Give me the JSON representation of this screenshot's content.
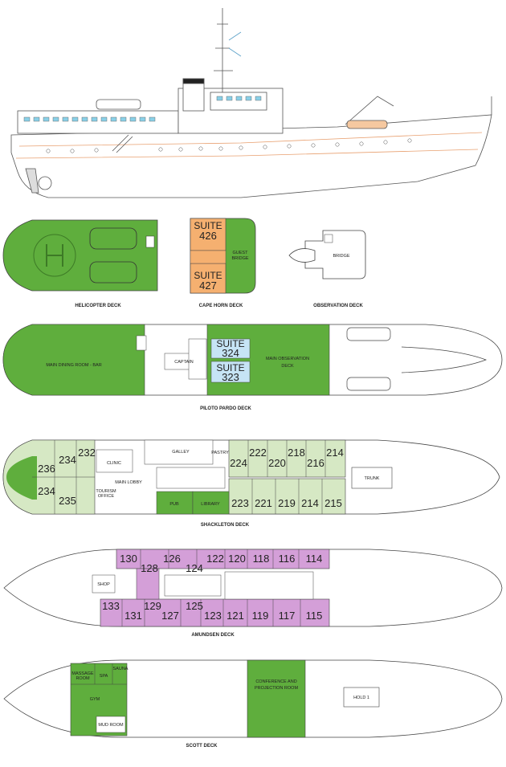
{
  "colors": {
    "green": "#5fae3d",
    "light_green": "#d6e8c4",
    "purple": "#d49fd8",
    "orange": "#f5b070",
    "light_blue": "#c6e4f5",
    "hull": "#ffffff",
    "line": "#444444"
  },
  "decks": {
    "helicopter": {
      "caption": "HELICOPTER DECK"
    },
    "cape_horn": {
      "caption": "CAPE HORN DECK",
      "suite_a": "SUITE",
      "suite_a_num": "426",
      "suite_b": "SUITE",
      "suite_b_num": "427",
      "guest_bridge_1": "GUEST",
      "guest_bridge_2": "BRIDGE"
    },
    "observation": {
      "caption": "OBSERVATION DECK",
      "bridge": "BRIDGE"
    },
    "piloto_pardo": {
      "caption": "PILOTO PARDO DECK",
      "dining": "MAIN DINING ROOM - BAR",
      "captain": "CAPTAIN",
      "suite_a": "SUITE",
      "suite_a_num": "324",
      "suite_b": "SUITE",
      "suite_b_num": "323",
      "obs_1": "MAIN OBSERVATION",
      "obs_2": "DECK"
    },
    "shackleton": {
      "caption": "SHACKLETON DECK",
      "clinic": "CLINIC",
      "galley": "GALLEY",
      "pastry": "PASTRY",
      "main_lobby": "MAIN LOBBY",
      "tourism_1": "TOURISM",
      "tourism_2": "OFFICE",
      "pub": "PUB",
      "library": "LIBRARY",
      "trunk": "TRUNK",
      "cabins_top": [
        "224",
        "222",
        "220",
        "218",
        "216",
        "214"
      ],
      "cabins_bottom": [
        "223",
        "221",
        "219",
        "214",
        "215"
      ],
      "cabins_aft": [
        "236",
        "234",
        "232",
        "234",
        "235"
      ]
    },
    "amundsen": {
      "caption": "AMUNDSEN DECK",
      "shop": "SHOP",
      "cabins_top": [
        "130",
        "128",
        "126",
        "124",
        "122",
        "120",
        "118",
        "116",
        "114"
      ],
      "cabins_bottom": [
        "133",
        "131",
        "129",
        "127",
        "125",
        "123",
        "121",
        "119",
        "117",
        "115"
      ]
    },
    "scott": {
      "caption": "SCOTT DECK",
      "massage_1": "MASSAGE",
      "massage_2": "ROOM",
      "spa": "SPA",
      "sauna": "SAUNA",
      "gym": "GYM",
      "mud_room": "MUD ROOM",
      "conf_1": "CONFERENCE AND",
      "conf_2": "PROJECTION ROOM",
      "hold": "HOLD 1"
    }
  }
}
